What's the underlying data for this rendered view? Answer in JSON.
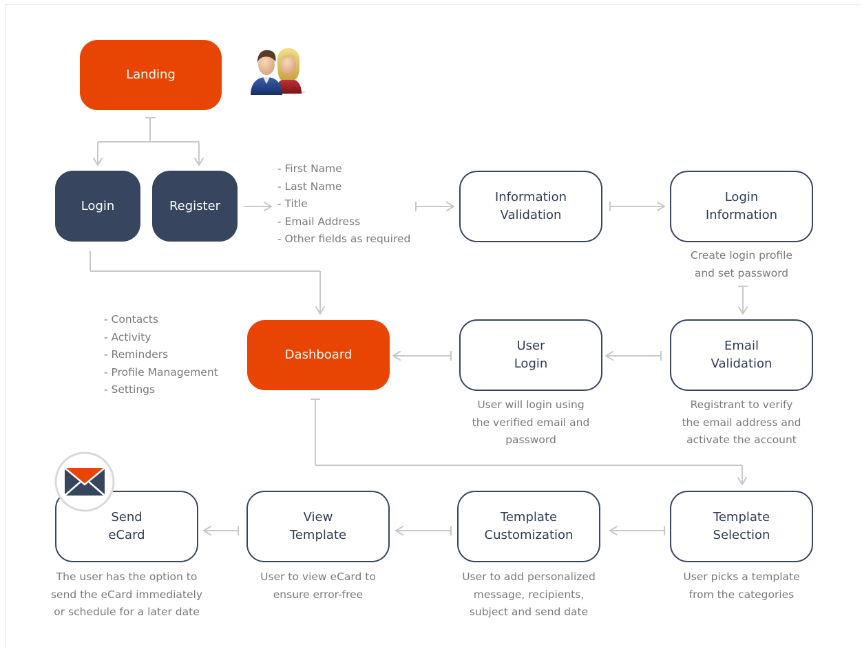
{
  "nodes": {
    "landing": {
      "label": "Landing"
    },
    "login": {
      "label": "Login"
    },
    "register": {
      "label": "Register"
    },
    "information_validation": {
      "line1": "Information",
      "line2": "Validation"
    },
    "login_information": {
      "line1": "Login",
      "line2": "Information"
    },
    "dashboard": {
      "label": "Dashboard"
    },
    "user_login": {
      "line1": "User",
      "line2": "Login"
    },
    "email_validation": {
      "line1": "Email",
      "line2": "Validation"
    },
    "send_ecard": {
      "line1": "Send",
      "line2": "eCard"
    },
    "view_template": {
      "line1": "View",
      "line2": "Template"
    },
    "template_customization": {
      "line1": "Template",
      "line2": "Customization"
    },
    "template_selection": {
      "line1": "Template",
      "line2": "Selection"
    }
  },
  "register_fields": [
    "- First Name",
    "- Last Name",
    "- Title",
    "- Email Address",
    "- Other fields as required"
  ],
  "dashboard_items": [
    "- Contacts",
    "- Activity",
    "- Reminders",
    "- Profile Management",
    "- Settings"
  ],
  "notes": {
    "login_information": [
      "Create login profile",
      "and set password"
    ],
    "user_login": [
      "User will login using",
      "the verified email and",
      "password"
    ],
    "email_validation": [
      "Registrant to verify",
      "the email address and",
      "activate the account"
    ],
    "send_ecard": [
      "The user has the option to",
      "send the eCard immediately",
      "or schedule for a later date"
    ],
    "view_template": [
      "User to view eCard to",
      "ensure error-free"
    ],
    "template_customization": [
      "User to add personalized",
      "message, recipients,",
      "subject and send date"
    ],
    "template_selection": [
      "User picks a template",
      "from the categories"
    ]
  },
  "icons": {
    "users": "users-icon",
    "envelope": "envelope-icon"
  },
  "colors": {
    "accent_orange": "#e84404",
    "navy": "#37465e",
    "connector": "#c8c8c8",
    "note_text": "#7a7a7a"
  }
}
